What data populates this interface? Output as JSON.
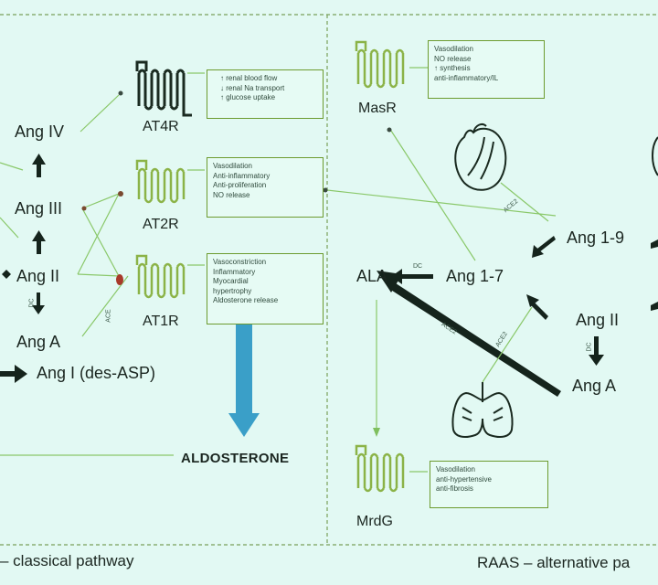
{
  "left": {
    "nodes": {
      "ang4": "Ang IV",
      "ang3": "Ang III",
      "ang2": "Ang II",
      "anga": "Ang A",
      "ang1": "Ang I (des-ASP)"
    },
    "enzymes": {
      "dc": "DC",
      "ace": "ACE"
    },
    "receptors": [
      {
        "name": "AT4R",
        "effects": [
          "↑ renal blood flow",
          "↓ renal Na transport",
          "↑ glucose uptake"
        ]
      },
      {
        "name": "AT2R",
        "effects": [
          "Vasodilation",
          "Anti-inflammatory",
          "Anti-proliferation",
          "NO release"
        ]
      },
      {
        "name": "AT1R",
        "effects": [
          "Vasoconstriction",
          "Inflammatory",
          "Myocardial",
          "hypertrophy",
          "Aldosterone release"
        ]
      }
    ],
    "aldosterone": "ALDOSTERONE",
    "caption": "– classical pathway"
  },
  "right": {
    "nodes": {
      "ala": "ALA",
      "ang17": "Ang 1-7",
      "ang19": "Ang 1-9",
      "ang2": "Ang II",
      "anga": "Ang A"
    },
    "enzymes": {
      "dc": "DC",
      "ace2_lung": "ACE2",
      "ace2_heart": "ACE2",
      "dc2": "DC",
      "ace2_long": "ACE2"
    },
    "receptors": [
      {
        "name": "MasR",
        "effects": [
          "Vasodilation",
          "NO release",
          "↑ synthesis",
          "anti-inflammatory/IL"
        ]
      },
      {
        "name": "MrdG",
        "effects": [
          "Vasodilation",
          "anti-hypertensive",
          "anti-fibrosis"
        ]
      }
    ],
    "caption": "RAAS – alternative pa"
  },
  "colors": {
    "background": "#e2f9f3",
    "arrow_dark": "#15241c",
    "receptor_dark": "#1a2a20",
    "receptor_green": "#8bb347",
    "box_border": "#6d9b2f",
    "divider": "#7aa05a",
    "aldosterone_arrow": "#3a9fc8",
    "thin_line": "#8ac86a"
  }
}
